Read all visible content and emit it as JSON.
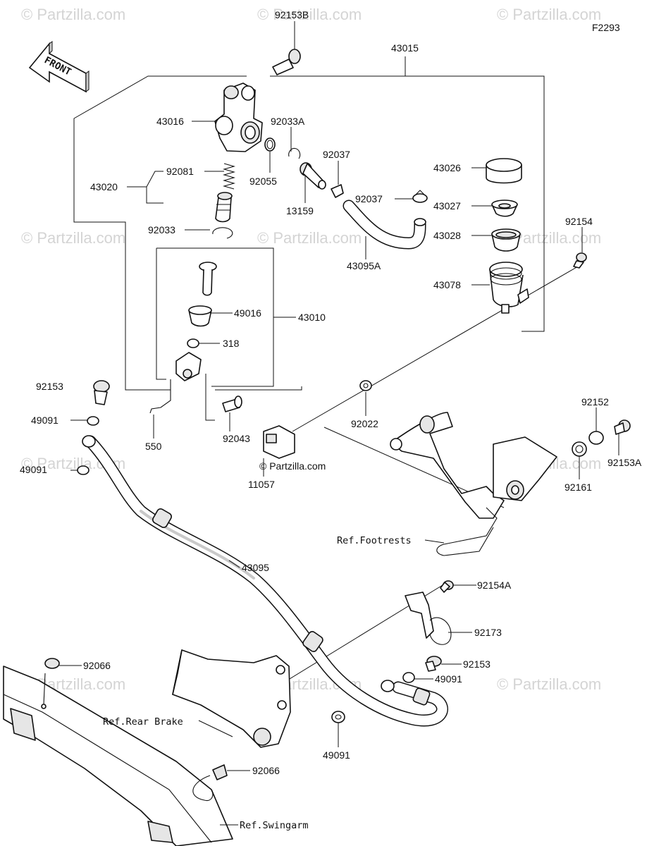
{
  "diagram_code": "F2293",
  "front_label": "FRONT",
  "watermark_text": "© Partzilla.com",
  "center_watermark": "© Partzilla.com",
  "parts": {
    "p92153B": "92153B",
    "p43015": "43015",
    "p43016": "43016",
    "p92033A": "92033A",
    "p92037a": "92037",
    "p92037b": "92037",
    "p43026": "43026",
    "p92081": "92081",
    "p43020": "43020",
    "p92055": "92055",
    "p13159": "13159",
    "p43027": "43027",
    "p92154": "92154",
    "p92033": "92033",
    "p43028": "43028",
    "p43095A": "43095A",
    "p43078": "43078",
    "p49016": "49016",
    "p43010": "43010",
    "p318": "318",
    "p92153a": "92153",
    "p92022": "92022",
    "p92152": "92152",
    "p49091a": "49091",
    "p550": "550",
    "p92043": "92043",
    "p92153A": "92153A",
    "p49091b": "49091",
    "p11057": "11057",
    "p92161": "92161",
    "p43095": "43095",
    "p92154A": "92154A",
    "p92173": "92173",
    "p92066a": "92066",
    "p92153b": "92153",
    "p49091c": "49091",
    "p49091d": "49091",
    "p92066b": "92066"
  },
  "refs": {
    "footrests": "Ref.Footrests",
    "rear_brake": "Ref.Rear Brake",
    "swingarm": "Ref.Swingarm"
  }
}
